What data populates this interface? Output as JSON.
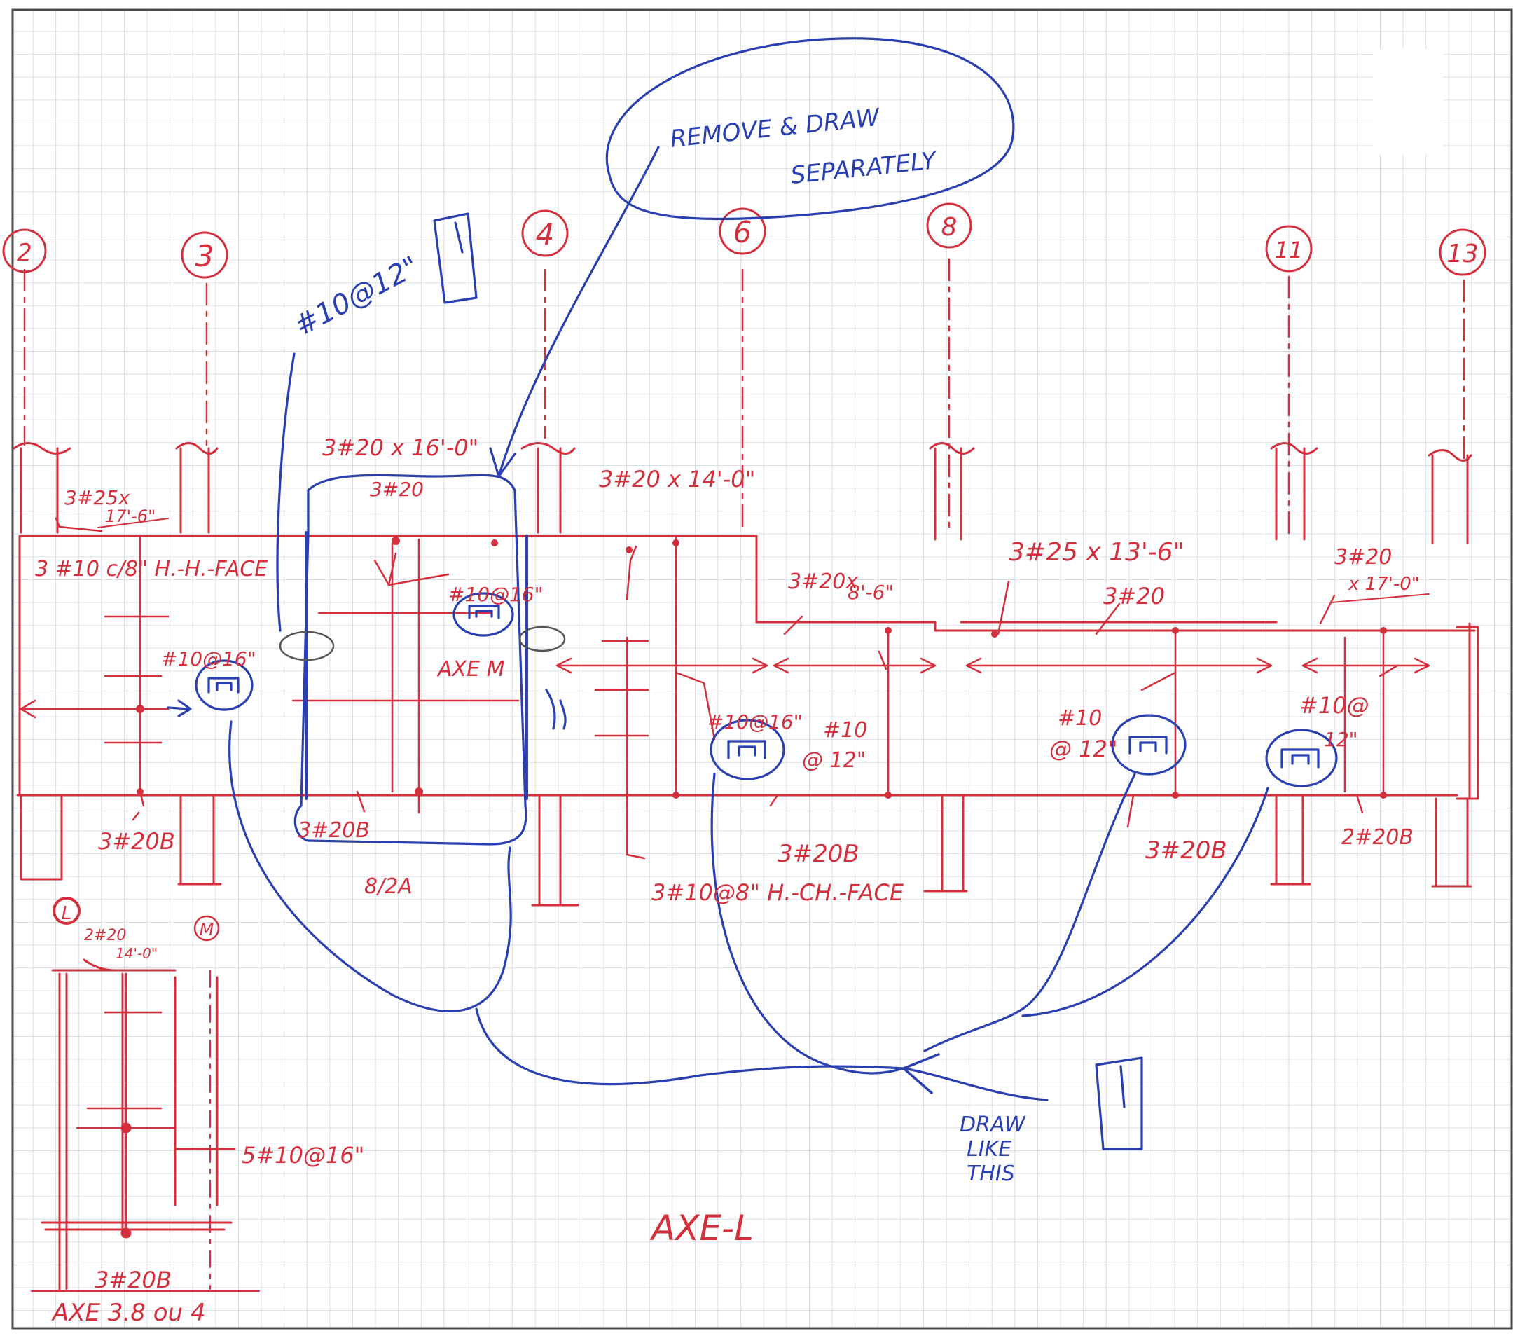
{
  "grid_bubbles": [
    "2",
    "3",
    "4",
    "6",
    "8",
    "11",
    "13"
  ],
  "detail_bubbles": [
    "L",
    "M"
  ],
  "section_title": "AXE-L",
  "secondary_title": "AXE 3.8 ou 4",
  "red_annotations": {
    "a1": "3#25x",
    "a1b": "17'-6\"",
    "a2": "3 #10 c/8\" H.-H.-FACE",
    "a3": "#10@16\"",
    "a4": "3#20 x 16'-0\"",
    "a5": "3#20",
    "a6": "#10@16\"",
    "a7": "AXE M",
    "a8": "3#20B",
    "a9": "3#20B",
    "a10": "3#20 x 14'-0\"",
    "a11": "3#20x",
    "a11b": "8'-6\"",
    "a12": "3#25 x 13'-6\"",
    "a13": "3#20",
    "a14": "3#20",
    "a14b": "x 17'-0\"",
    "a15": "#10@16\"",
    "a16": "#10",
    "a16b": "@ 12\"",
    "a17": "#10",
    "a17b": "@ 12\"",
    "a18": "#10@",
    "a18b": "12\"",
    "a19": "3#20B",
    "a20": "3#20B",
    "a21": "2#20B",
    "a22": "3#10@8\" H.-CH.-FACE",
    "a23": "2#20",
    "a23b": "14'-0\"",
    "a24": "5#10@16\"",
    "a25": "3#20B",
    "a26": "8/2A"
  },
  "blue_annotations": {
    "remove_l1": "REMOVE & DRAW",
    "remove_l2": "SEPARATELY",
    "spacing": "#10@12\"",
    "draw_l1": "DRAW",
    "draw_l2": "LIKE",
    "draw_l3": "THIS"
  },
  "colors": {
    "red_ink": "#d42f3c",
    "blue_ink": "#2a3fb0",
    "grid": "#cfd4dc",
    "frame": "#4a4a4a"
  }
}
